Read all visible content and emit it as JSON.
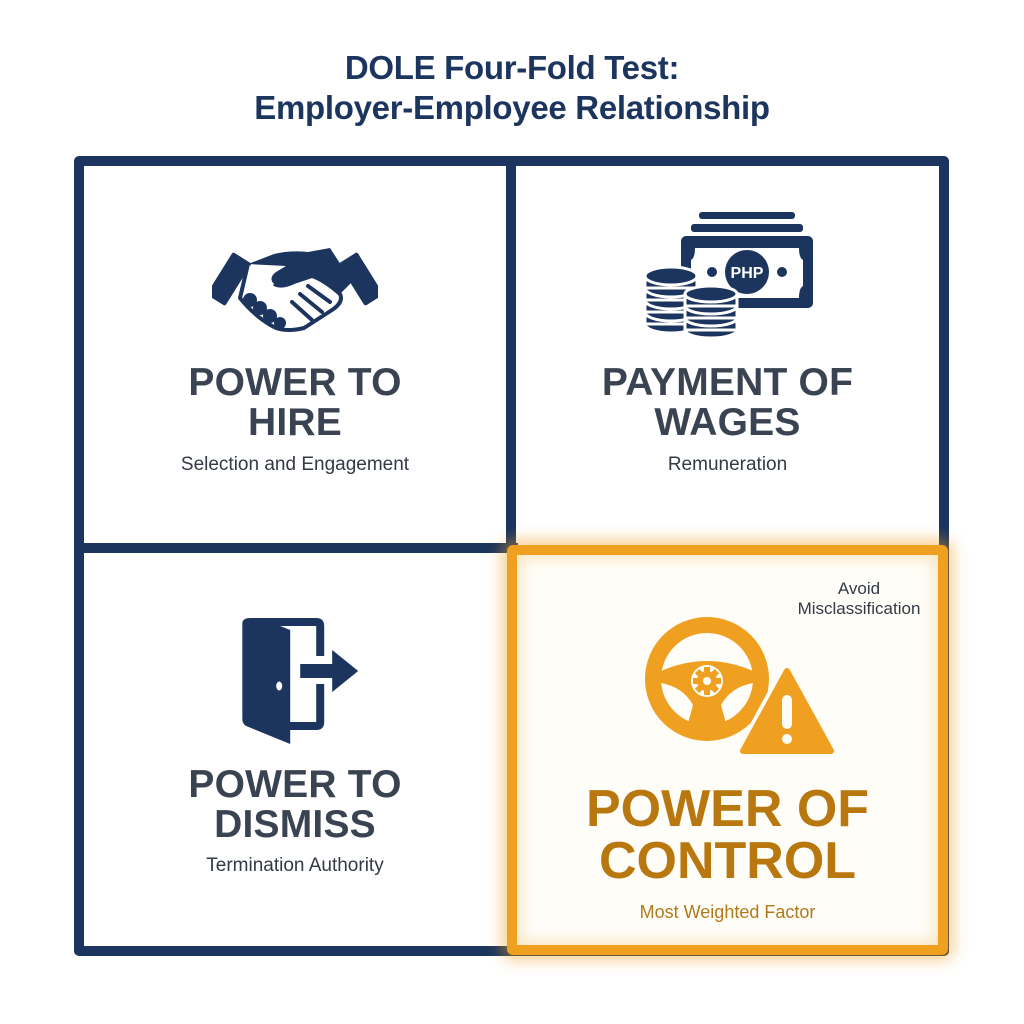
{
  "title": {
    "line1": "DOLE Four-Fold Test:",
    "line2": "Employer-Employee Relationship"
  },
  "colors": {
    "navy": "#1c355e",
    "heading_gray": "#3a4352",
    "accent_orange": "#f0a020",
    "control_text": "#b8780f"
  },
  "quadrants": [
    {
      "id": "hire",
      "icon": "handshake-icon",
      "heading_line1": "POWER TO",
      "heading_line2": "HIRE",
      "subtitle": "Selection and Engagement"
    },
    {
      "id": "wages",
      "icon": "money-coins-icon",
      "icon_label": "PHP",
      "heading_line1": "PAYMENT OF",
      "heading_line2": "WAGES",
      "subtitle": "Remuneration"
    },
    {
      "id": "dismiss",
      "icon": "door-exit-icon",
      "heading_line1": "POWER TO",
      "heading_line2": "DISMISS",
      "subtitle": "Termination Authority"
    },
    {
      "id": "control",
      "icon": "steering-wheel-warning-icon",
      "highlighted": true,
      "note_line1": "Avoid",
      "note_line2": "Misclassification",
      "heading_line1": "POWER OF",
      "heading_line2": "CONTROL",
      "subtitle": "Most Weighted Factor"
    }
  ]
}
